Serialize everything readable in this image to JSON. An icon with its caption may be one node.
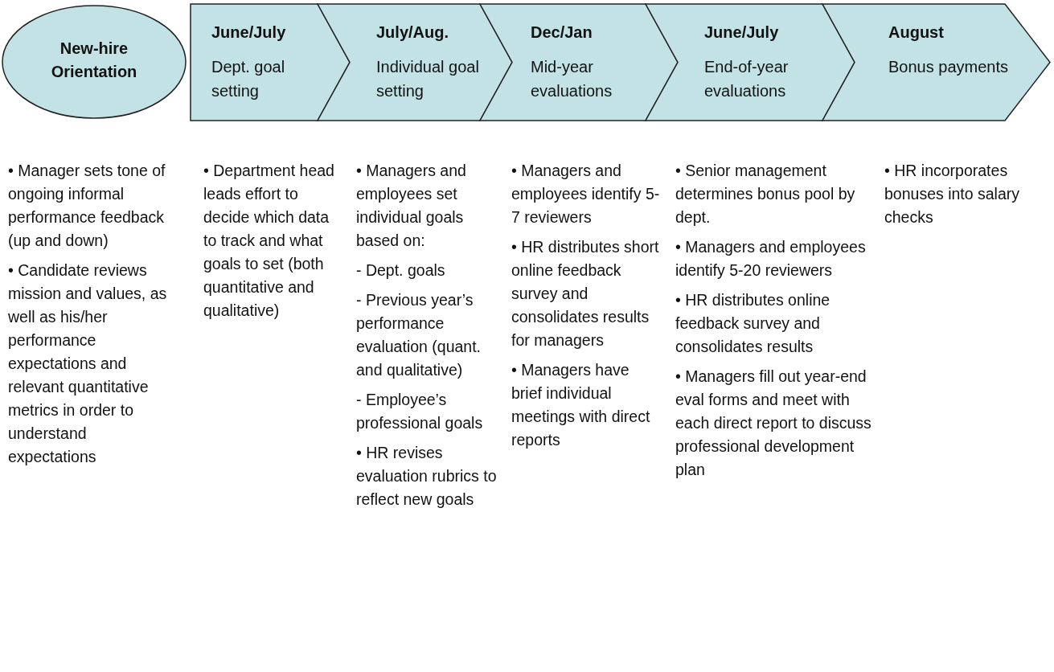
{
  "diagram": {
    "nodes": [
      {
        "text": [
          "New-hire Orientation"
        ],
        "beside": [
          "• Manager sets tone of ongoing informal performance feedback (up and down)",
          "• Candidate reviews mission and values, as well as his/her performance expectations and relevant quantitative metrics in order to understand expectations"
        ]
      },
      {
        "text": [
          "June/July",
          "Dept. goal setting"
        ],
        "beside": [
          "• Department head leads effort to decide which data to track and what goals to set (both quantitative and qualitative)"
        ]
      },
      {
        "text": [
          "July/Aug.",
          "Individual goal setting"
        ],
        "beside": [
          "• Managers and employees set individual goals based on:",
          "- Dept. goals",
          "- Previous year’s performance evaluation (quant. and qualitative)",
          "- Employee’s professional goals",
          "• HR revises evaluation rubrics to reflect new goals"
        ]
      },
      {
        "text": [
          "Dec/Jan",
          "Mid-year evaluations"
        ],
        "beside": [
          "• Managers and employees identify 5-7 reviewers",
          "• HR distributes short online feedback survey and consolidates results for managers",
          "• Managers have brief individual meetings with direct reports"
        ]
      },
      {
        "text": [
          "June/July",
          "End-of-year evaluations"
        ],
        "beside": [
          "• Senior management determines bonus pool by dept.",
          "• Managers and employees identify 5-20 reviewers",
          "• HR distributes online feedback survey and consolidates results",
          "• Managers fill out year-end eval forms and meet with each direct report to discuss professional development plan"
        ]
      },
      {
        "text": [
          "August",
          "Bonus payments"
        ],
        "beside": [
          "• HR incorporates bonuses into salary checks"
        ]
      }
    ]
  }
}
